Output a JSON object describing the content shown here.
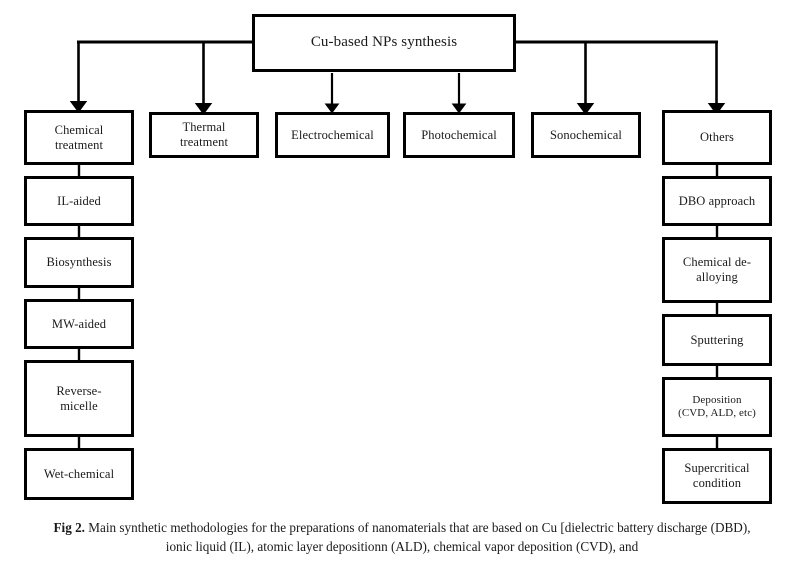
{
  "figure": {
    "id": "fig-2-cu-np-synthesis",
    "colors": {
      "stroke": "#000000",
      "box_fill": "#ffffff",
      "text": "#1a1a1a",
      "background": "#ffffff"
    },
    "root": {
      "label": "Cu-based NPs synthesis"
    },
    "branches": [
      {
        "key": "chemical_treatment",
        "label": "Chemical\ntreatment",
        "children": [
          {
            "key": "il_aided",
            "label": "IL-aided"
          },
          {
            "key": "biosynthesis",
            "label": "Biosynthesis"
          },
          {
            "key": "mw_aided",
            "label": "MW-aided"
          },
          {
            "key": "reverse_micelle",
            "label": "Reverse-\nmicelle"
          },
          {
            "key": "wet_chemical",
            "label": "Wet-chemical"
          }
        ]
      },
      {
        "key": "thermal_treatment",
        "label": "Thermal\ntreatment",
        "children": []
      },
      {
        "key": "electrochemical",
        "label": "Electrochemical",
        "children": []
      },
      {
        "key": "photochemical",
        "label": "Photochemical",
        "children": []
      },
      {
        "key": "sonochemical",
        "label": "Sonochemical",
        "children": []
      },
      {
        "key": "others",
        "label": "Others",
        "children": [
          {
            "key": "dbo_approach",
            "label": "DBO approach"
          },
          {
            "key": "chemical_dealloying",
            "label": "Chemical de-\nalloying"
          },
          {
            "key": "sputtering",
            "label": "Sputtering"
          },
          {
            "key": "deposition",
            "label": "Deposition\n(CVD, ALD, etc)"
          },
          {
            "key": "supercritical",
            "label": "Supercritical\ncondition"
          }
        ]
      }
    ]
  },
  "caption": {
    "prefix": "Fig 2.",
    "line1": " Main synthetic methodologies for the preparations of nanomaterials that are based on Cu [dielectric battery",
    "line2": "discharge (DBD), ionic liquid (IL), atomic layer depositionn (ALD), chemical vapor deposition (CVD), and"
  }
}
